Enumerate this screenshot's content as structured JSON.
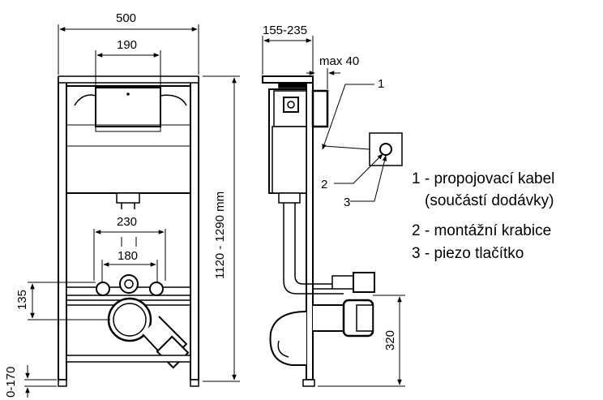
{
  "dimensions": {
    "frame_width": "500",
    "tank_width": "190",
    "wall_depth": "155-235",
    "max_depth": "max 40",
    "frame_height": "1120 - 1290 mm",
    "bolt_spacing_outer": "230",
    "bolt_spacing_inner": "180",
    "bolt_height": "135",
    "foot_height": "0-170",
    "outlet_height": "320"
  },
  "callouts": {
    "c1": "1",
    "c2": "2",
    "c3": "3"
  },
  "legend": {
    "item1_line1": "1 - propojovací kabel",
    "item1_line2": "(součástí dodávky)",
    "item2": "2 - montážní krabice",
    "item3": "3 - piezo tlačítko"
  }
}
